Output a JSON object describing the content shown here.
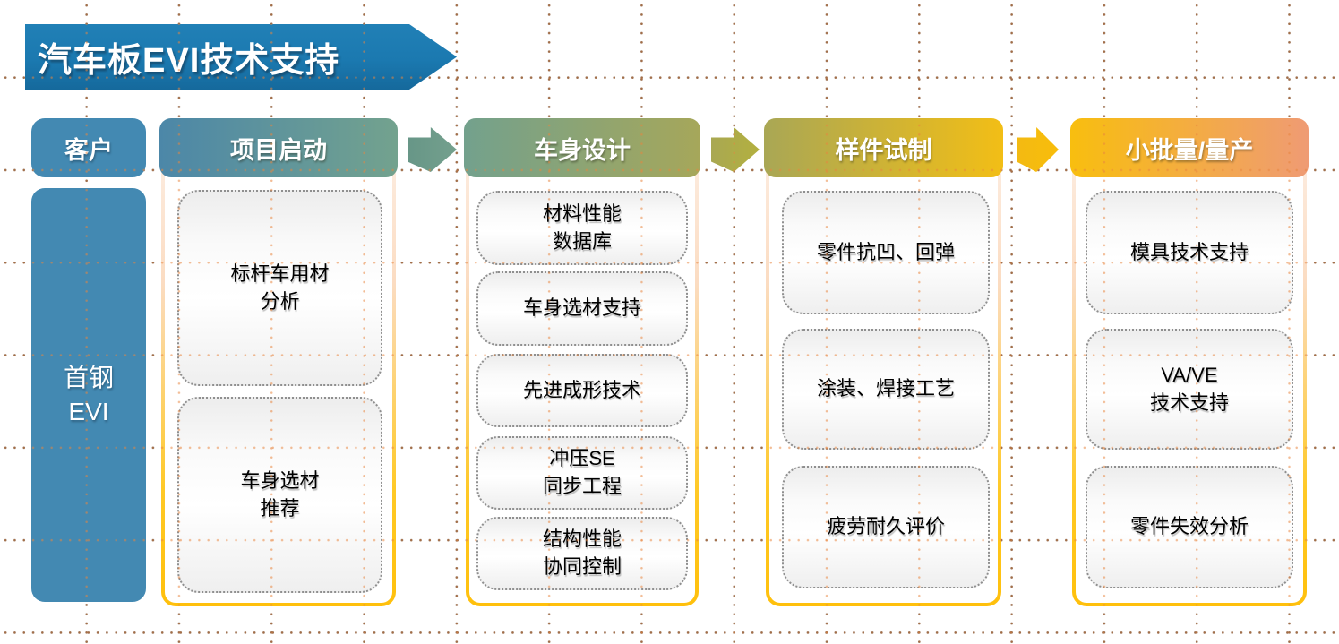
{
  "title": "汽车板EVI技术支持",
  "customer": {
    "header": "客户",
    "body": "首钢\nEVI"
  },
  "stages": [
    {
      "label": "项目启动",
      "items": [
        "标杆车用材\n分析",
        "车身选材\n推荐"
      ]
    },
    {
      "label": "车身设计",
      "items": [
        "材料性能\n数据库",
        "车身选材支持",
        "先进成形技术",
        "冲压SE\n同步工程",
        "结构性能\n协同控制"
      ]
    },
    {
      "label": "样件试制",
      "items": [
        "零件抗凹、回弹",
        "涂装、焊接工艺",
        "疲劳耐久评价"
      ]
    },
    {
      "label": "小批量/量产",
      "items": [
        "模具技术支持",
        "VA/VE\n技术支持",
        "零件失效分析"
      ]
    }
  ],
  "arrows": [
    {
      "icon": "right-arrow-icon",
      "color": "#6F9C8B"
    },
    {
      "icon": "right-arrow-icon",
      "color": "#AEAC48"
    },
    {
      "icon": "right-arrow-icon",
      "color": "#F6BB0F"
    }
  ],
  "colors": {
    "banner_blue": "#1B79B0",
    "customer_blue": "#4389B2",
    "stage_gradients": [
      [
        "#4C87A8",
        "#73A28E"
      ],
      [
        "#73A18D",
        "#A6A75A"
      ],
      [
        "#A9A755",
        "#F2BE16"
      ],
      [
        "#F8BE0F",
        "#EF9B74"
      ]
    ],
    "container_border_gold": "#FFC000",
    "container_border_top": "#FDEEE3",
    "item_border_gray": "#8F8F8F"
  }
}
